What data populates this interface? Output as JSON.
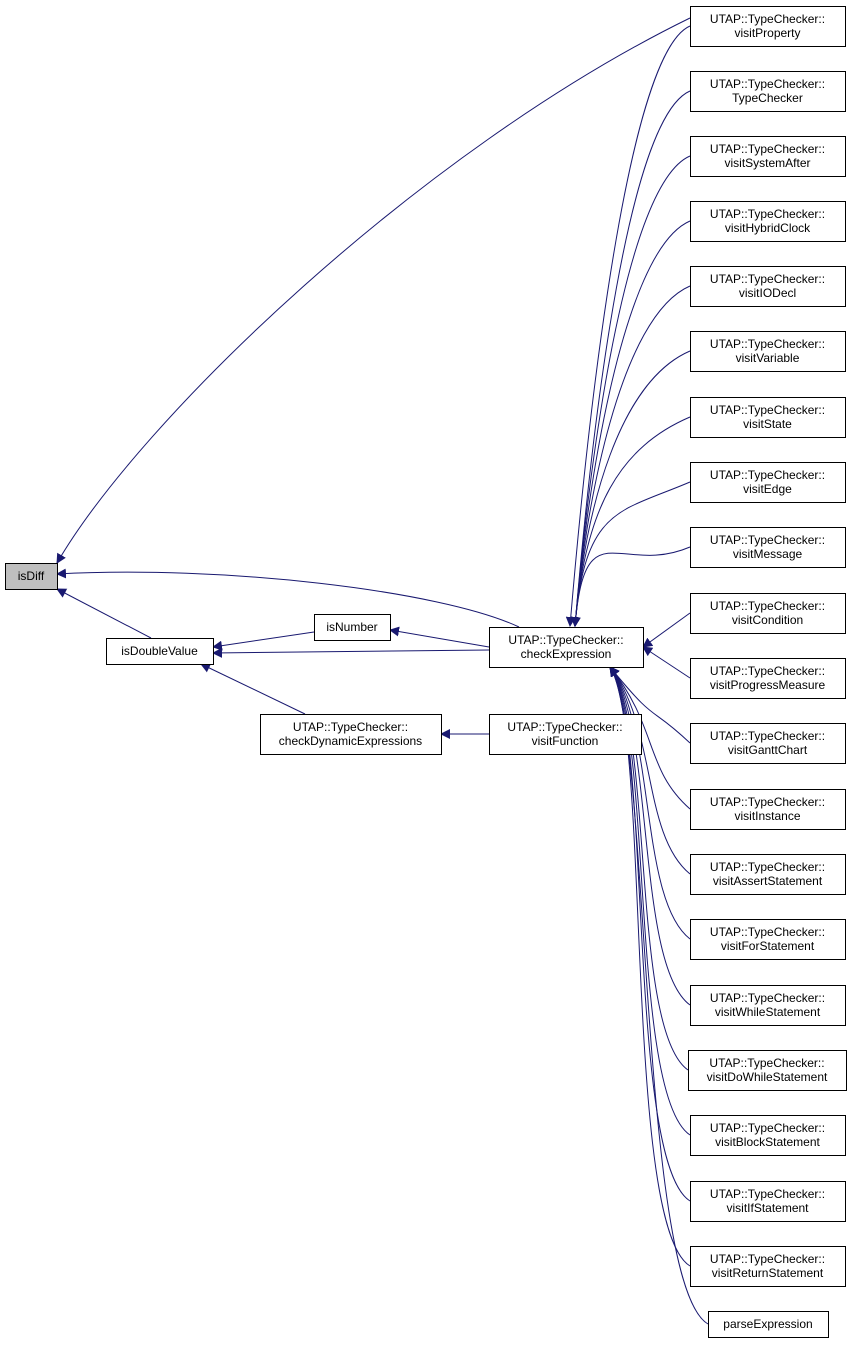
{
  "graph": {
    "nodes": {
      "isDiff": {
        "lines": [
          "isDiff"
        ]
      },
      "isDoubleValue": {
        "lines": [
          "isDoubleValue"
        ]
      },
      "isNumber": {
        "lines": [
          "isNumber"
        ]
      },
      "checkExpression": {
        "lines": [
          "UTAP::TypeChecker::",
          "checkExpression"
        ]
      },
      "checkDynamicExpressions": {
        "lines": [
          "UTAP::TypeChecker::",
          "checkDynamicExpressions"
        ]
      },
      "visitFunction": {
        "lines": [
          "UTAP::TypeChecker::",
          "visitFunction"
        ]
      },
      "visitProperty": {
        "lines": [
          "UTAP::TypeChecker::",
          "visitProperty"
        ]
      },
      "TypeChecker": {
        "lines": [
          "UTAP::TypeChecker::",
          "TypeChecker"
        ]
      },
      "visitSystemAfter": {
        "lines": [
          "UTAP::TypeChecker::",
          "visitSystemAfter"
        ]
      },
      "visitHybridClock": {
        "lines": [
          "UTAP::TypeChecker::",
          "visitHybridClock"
        ]
      },
      "visitIODecl": {
        "lines": [
          "UTAP::TypeChecker::",
          "visitIODecl"
        ]
      },
      "visitVariable": {
        "lines": [
          "UTAP::TypeChecker::",
          "visitVariable"
        ]
      },
      "visitState": {
        "lines": [
          "UTAP::TypeChecker::",
          "visitState"
        ]
      },
      "visitEdge": {
        "lines": [
          "UTAP::TypeChecker::",
          "visitEdge"
        ]
      },
      "visitMessage": {
        "lines": [
          "UTAP::TypeChecker::",
          "visitMessage"
        ]
      },
      "visitCondition": {
        "lines": [
          "UTAP::TypeChecker::",
          "visitCondition"
        ]
      },
      "visitProgressMeasure": {
        "lines": [
          "UTAP::TypeChecker::",
          "visitProgressMeasure"
        ]
      },
      "visitGanttChart": {
        "lines": [
          "UTAP::TypeChecker::",
          "visitGanttChart"
        ]
      },
      "visitInstance": {
        "lines": [
          "UTAP::TypeChecker::",
          "visitInstance"
        ]
      },
      "visitAssertStatement": {
        "lines": [
          "UTAP::TypeChecker::",
          "visitAssertStatement"
        ]
      },
      "visitForStatement": {
        "lines": [
          "UTAP::TypeChecker::",
          "visitForStatement"
        ]
      },
      "visitWhileStatement": {
        "lines": [
          "UTAP::TypeChecker::",
          "visitWhileStatement"
        ]
      },
      "visitDoWhileStatement": {
        "lines": [
          "UTAP::TypeChecker::",
          "visitDoWhileStatement"
        ]
      },
      "visitBlockStatement": {
        "lines": [
          "UTAP::TypeChecker::",
          "visitBlockStatement"
        ]
      },
      "visitIfStatement": {
        "lines": [
          "UTAP::TypeChecker::",
          "visitIfStatement"
        ]
      },
      "visitReturnStatement": {
        "lines": [
          "UTAP::TypeChecker::",
          "visitReturnStatement"
        ]
      },
      "parseExpression": {
        "lines": [
          "parseExpression"
        ]
      }
    },
    "edges": [
      [
        "visitProperty",
        "isDiff"
      ],
      [
        "checkExpression",
        "isDiff"
      ],
      [
        "isDoubleValue",
        "isDiff"
      ],
      [
        "isNumber",
        "isDoubleValue"
      ],
      [
        "checkExpression",
        "isDoubleValue"
      ],
      [
        "checkDynamicExpressions",
        "isDoubleValue"
      ],
      [
        "checkExpression",
        "isNumber"
      ],
      [
        "visitFunction",
        "checkDynamicExpressions"
      ],
      [
        "visitProperty",
        "checkExpression"
      ],
      [
        "TypeChecker",
        "checkExpression"
      ],
      [
        "visitSystemAfter",
        "checkExpression"
      ],
      [
        "visitHybridClock",
        "checkExpression"
      ],
      [
        "visitIODecl",
        "checkExpression"
      ],
      [
        "visitVariable",
        "checkExpression"
      ],
      [
        "visitState",
        "checkExpression"
      ],
      [
        "visitEdge",
        "checkExpression"
      ],
      [
        "visitMessage",
        "checkExpression"
      ],
      [
        "visitCondition",
        "checkExpression"
      ],
      [
        "visitProgressMeasure",
        "checkExpression"
      ],
      [
        "visitGanttChart",
        "checkExpression"
      ],
      [
        "visitInstance",
        "checkExpression"
      ],
      [
        "visitAssertStatement",
        "checkExpression"
      ],
      [
        "visitForStatement",
        "checkExpression"
      ],
      [
        "visitWhileStatement",
        "checkExpression"
      ],
      [
        "visitDoWhileStatement",
        "checkExpression"
      ],
      [
        "visitBlockStatement",
        "checkExpression"
      ],
      [
        "visitIfStatement",
        "checkExpression"
      ],
      [
        "visitReturnStatement",
        "checkExpression"
      ],
      [
        "parseExpression",
        "checkExpression"
      ]
    ]
  }
}
